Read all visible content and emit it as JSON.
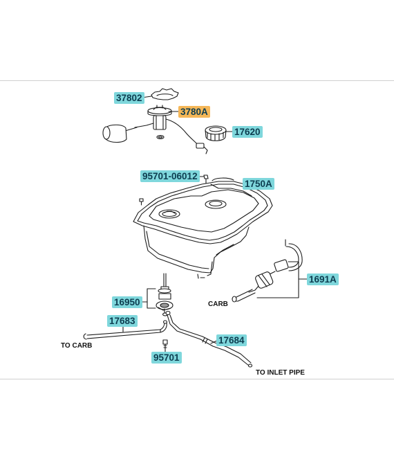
{
  "callouts": {
    "c37802": "37802",
    "c3780A": "3780A",
    "c17620": "17620",
    "c95701_06012": "95701-06012",
    "c1750A": "1750A",
    "c1691A": "1691A",
    "c16950": "16950",
    "c17683": "17683",
    "c17684": "17684",
    "c95701": "95701"
  },
  "labels": {
    "carb": "CARB",
    "to_carb": "TO CARB",
    "to_inlet_pipe": "TO INLET PIPE"
  },
  "colors": {
    "callout_bg": "#7fd7dc",
    "callout_highlight_bg": "#f5b758",
    "callout_text": "#0d3d50",
    "line": "#1a1a1a"
  }
}
